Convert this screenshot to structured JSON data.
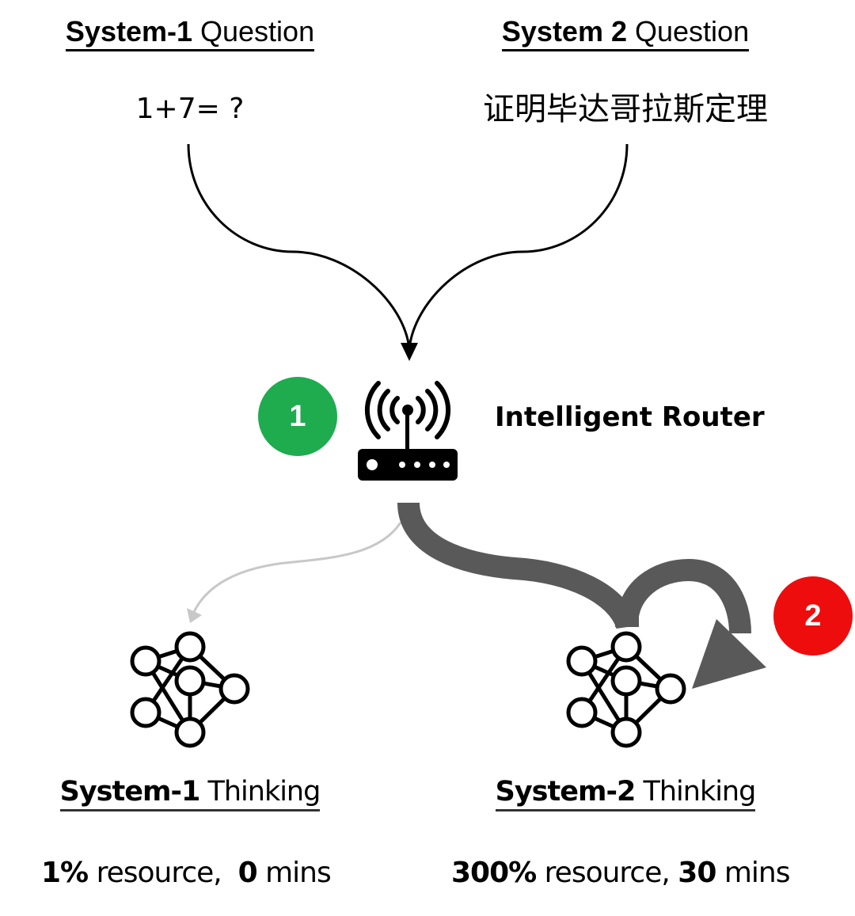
{
  "headings": {
    "system1_question": {
      "bold": "System-1",
      "light": " Question"
    },
    "system2_question": {
      "bold": "System 2",
      "light": " Question"
    }
  },
  "questions": {
    "system1": "1+7= ?",
    "system2": "证明毕达哥拉斯定理"
  },
  "router": {
    "label": "Intelligent Router",
    "icon": "router-wifi-icon",
    "step_badge": "1"
  },
  "route_step_badge": "2",
  "thinking": {
    "system1": {
      "bold": "System-1",
      "light": " Thinking",
      "icon": "neural-network-icon"
    },
    "system2": {
      "bold": "System-2",
      "light": " Thinking",
      "icon": "neural-network-icon"
    }
  },
  "stats": {
    "system1": {
      "resource_value": "1%",
      "resource_text": " resource,  ",
      "time_value": "0",
      "time_text": " mins"
    },
    "system2": {
      "resource_value": "300%",
      "resource_text": " resource, ",
      "time_value": "30",
      "time_text": " mins"
    }
  },
  "colors": {
    "badge1": "#1eac4f",
    "badge2": "#ee0d0d",
    "heavy_route": "#595959",
    "light_route": "#c8c8c8",
    "ink": "#000000"
  }
}
